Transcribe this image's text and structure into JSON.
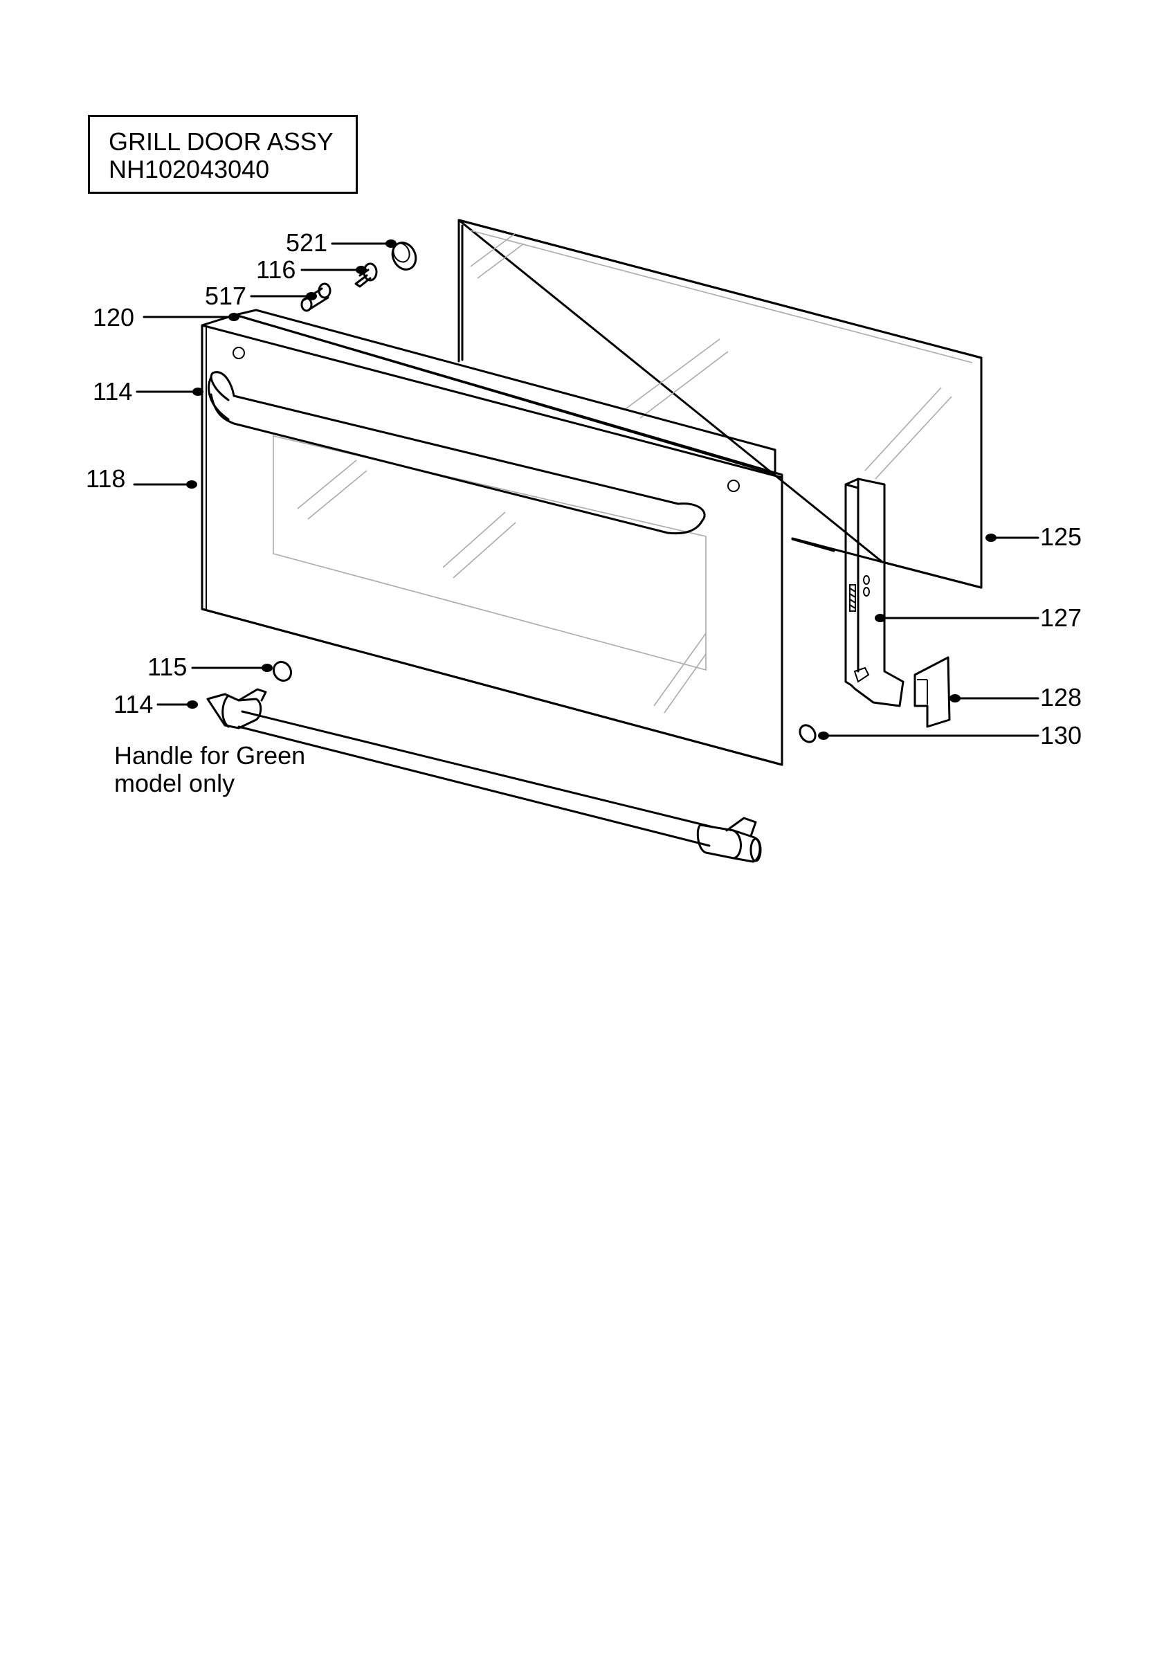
{
  "title": {
    "line1": "GRILL DOOR ASSY",
    "line2": "NH102043040"
  },
  "note": {
    "line1": "Handle for Green",
    "line2": "model only"
  },
  "callouts": [
    {
      "id": "521",
      "label": "521"
    },
    {
      "id": "116",
      "label": "116"
    },
    {
      "id": "517",
      "label": "517"
    },
    {
      "id": "120",
      "label": "120"
    },
    {
      "id": "114a",
      "label": "114"
    },
    {
      "id": "118",
      "label": "118"
    },
    {
      "id": "115",
      "label": "115"
    },
    {
      "id": "114b",
      "label": "114"
    },
    {
      "id": "125",
      "label": "125"
    },
    {
      "id": "127",
      "label": "127"
    },
    {
      "id": "128",
      "label": "128"
    },
    {
      "id": "130",
      "label": "130"
    }
  ],
  "colors": {
    "line": "#000000",
    "background": "#ffffff",
    "glass_hatch": "#aaaaaa"
  }
}
